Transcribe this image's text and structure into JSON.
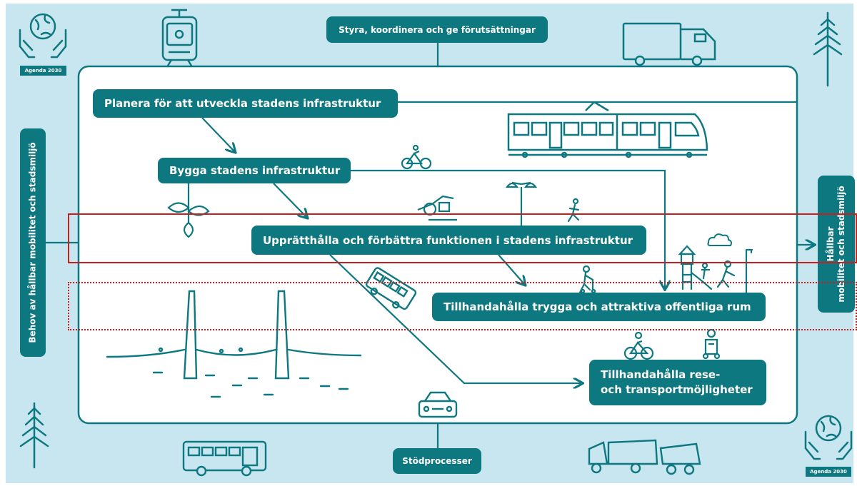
{
  "colors": {
    "background": "#c7e6f0",
    "teal": "#0e7880",
    "panel": "#ffffff",
    "highlight": "#c81e1e"
  },
  "top_process": "Styra, koordinera och ge förutsättningar",
  "bottom_process": "Stödprocesser",
  "input_label": "Behov av hållbar mobilitet och stadsmiljö",
  "output_label_line1": "Hållbar",
  "output_label_line2": "mobilitet och stadsmiljö",
  "agenda_top_left": "Agenda 2030",
  "agenda_bottom_right": "Agenda 2030",
  "steps": {
    "plan": "Planera för att utveckla stadens infrastruktur",
    "build": "Bygga stadens infrastruktur",
    "maintain": "Upprätthålla och förbättra funktionen i stadens infrastruktur",
    "public_space": "Tillhandahålla trygga och attraktiva offentliga rum",
    "transport_line1": "Tillhandahålla rese-",
    "transport_line2": "och transportmöjligheter"
  },
  "highlights": {
    "solid": "maintain",
    "dotted": "public_space"
  },
  "icons": [
    "hands-globe-icon",
    "tram-front-icon",
    "truck-icon",
    "pine-tree-icon",
    "tram-side-icon",
    "bicycle-icon",
    "street-lamp-icon",
    "pedestrian-icon",
    "roadwork-icon",
    "plant-icon",
    "cloud-icon",
    "playground-icon",
    "bus-icon",
    "bridge-icon",
    "car-icon",
    "trucks-icon"
  ]
}
